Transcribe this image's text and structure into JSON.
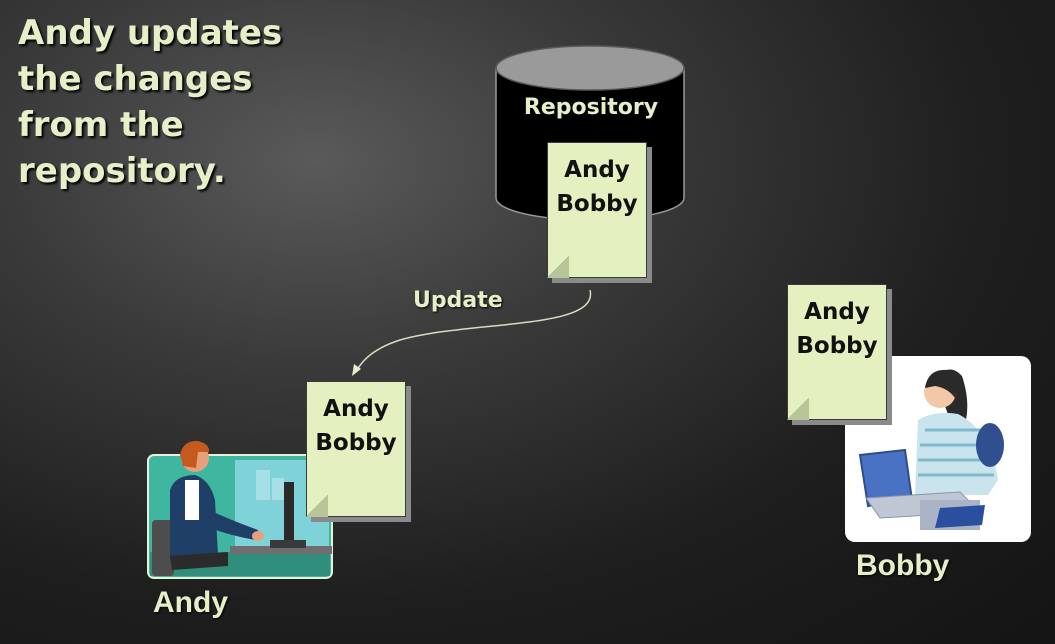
{
  "title": "Andy updates the changes from the repository.",
  "repository": {
    "label": "Repository",
    "doc_lines": [
      "Andy",
      "Bobby"
    ]
  },
  "arrow": {
    "label": "Update"
  },
  "andy": {
    "name": "Andy",
    "doc_lines": [
      "Andy",
      "Bobby"
    ]
  },
  "bobby": {
    "name": "Bobby",
    "doc_lines": [
      "Andy",
      "Bobby"
    ]
  }
}
